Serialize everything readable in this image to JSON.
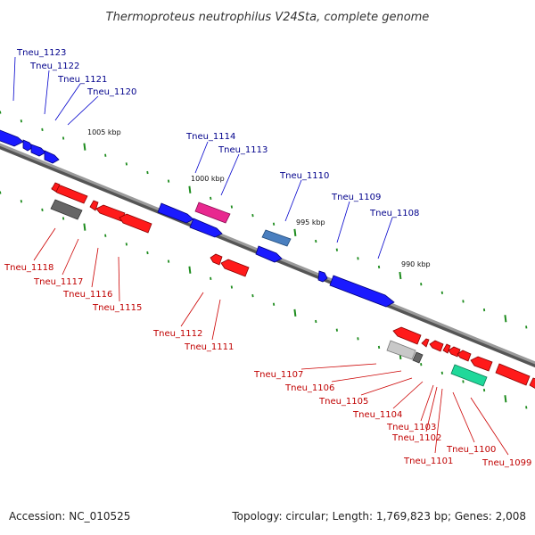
{
  "title": "Thermoproteus neutrophilus V24Sta, complete genome",
  "footer": {
    "accession": "Accession: NC_010525",
    "topology": "Topology: circular; Length: 1,769,823 bp; Genes: 2,008"
  },
  "colors": {
    "forward": "#1a1aff",
    "reverse": "#ff1a1a",
    "rna_pink": "#e8288f",
    "steel_blue": "#4a7fbf",
    "teal": "#20d89a",
    "gray": "#888888",
    "light_gray": "#c8c8c8",
    "backbone": "#808080",
    "tick": "#1e8c1e",
    "forward_label": "#00008b",
    "reverse_label": "#c00000"
  },
  "scale_labels": [
    "1005 kbp",
    "1000 kbp",
    "995 kbp",
    "990 kbp"
  ],
  "forward_genes": [
    "Tneu_1123",
    "Tneu_1122",
    "Tneu_1121",
    "Tneu_1120",
    "Tneu_1114",
    "Tneu_1113",
    "Tneu_1110",
    "Tneu_1109",
    "Tneu_1108"
  ],
  "reverse_genes": [
    "Tneu_1118",
    "Tneu_1117",
    "Tneu_1116",
    "Tneu_1115",
    "Tneu_1112",
    "Tneu_1111",
    "Tneu_1107",
    "Tneu_1106",
    "Tneu_1105",
    "Tneu_1104",
    "Tneu_1103",
    "Tneu_1102",
    "Tneu_1101",
    "Tneu_1100",
    "Tneu_1099"
  ]
}
